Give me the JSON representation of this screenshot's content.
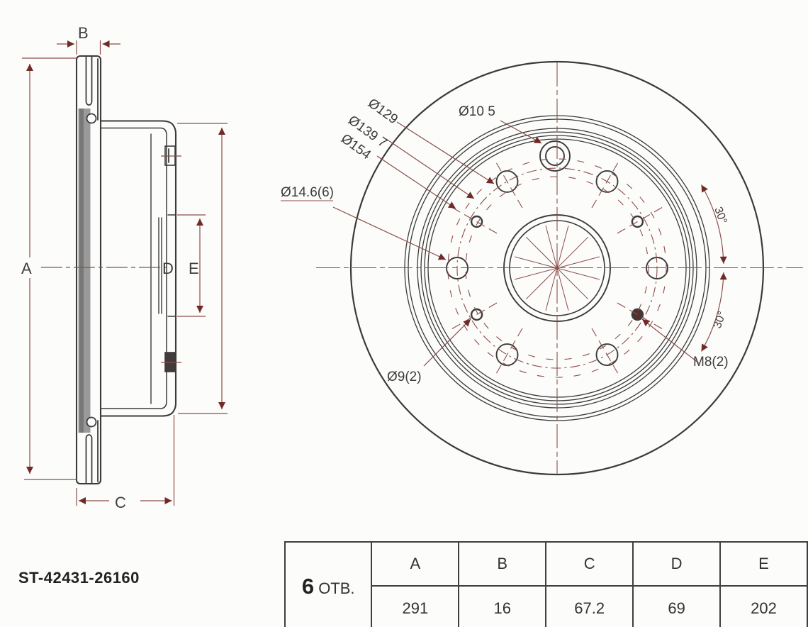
{
  "part_number": "ST-42431-26160",
  "side_view": {
    "labels": {
      "A": "A",
      "B": "B",
      "C": "C",
      "D": "D",
      "E": "E"
    }
  },
  "front_view": {
    "labels": {
      "dia_129": "Ø129",
      "dia_139_7": "Ø139 7",
      "dia_154": "Ø154",
      "dia_10_5": "Ø10 5",
      "dia_14_6": "Ø14.6(6)",
      "dia_9": "Ø9(2)",
      "m8": "M8(2)",
      "angle_upper": "30°",
      "angle_lower": "30°"
    }
  },
  "table": {
    "holes_count": "6",
    "holes_suffix": "ОТВ.",
    "columns": [
      "A",
      "B",
      "C",
      "D",
      "E"
    ],
    "values": [
      "291",
      "16",
      "67.2",
      "69",
      "202"
    ]
  },
  "colors": {
    "line": "#3b3b3b",
    "dimension": "#8b4d4a",
    "arrow": "#6f2b28"
  }
}
